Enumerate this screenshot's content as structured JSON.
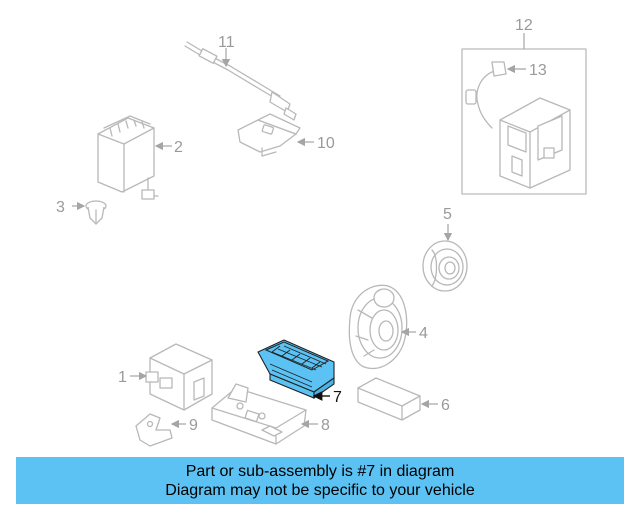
{
  "diagram": {
    "callouts": {
      "p1": "1",
      "p2": "2",
      "p3": "3",
      "p4": "4",
      "p5": "5",
      "p6": "6",
      "p7": "7",
      "p8": "8",
      "p9": "9",
      "p10": "10",
      "p11": "11",
      "p12": "12",
      "p13": "13"
    },
    "highlight_part": "7",
    "colors": {
      "highlight_fill": "#5bc2f3",
      "line_gray": "#b8b8b8",
      "banner_bg": "#5bc2f3"
    }
  },
  "banner": {
    "line1": "Part or sub-assembly is #7 in diagram",
    "line2": "Diagram may not be specific to your vehicle"
  }
}
